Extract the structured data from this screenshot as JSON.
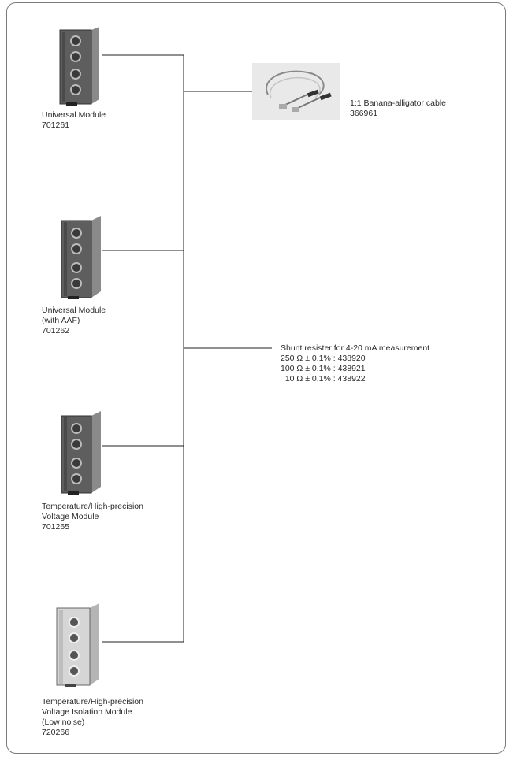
{
  "modules": [
    {
      "name": "Universal Module",
      "part": "701261"
    },
    {
      "name": "Universal Module\n(with AAF)",
      "part": "701262"
    },
    {
      "name": "Temperature/High-precision\nVoltage Module",
      "part": "701265"
    },
    {
      "name": "Temperature/High-precision\nVoltage Isolation Module\n(Low noise)",
      "part": "720266"
    }
  ],
  "cable": {
    "name": "1:1 Banana-alligator cable",
    "part": "366961"
  },
  "shunt": {
    "title": "Shunt resister for 4-20 mA measurement",
    "items": [
      "250 Ω ± 0.1% : 438920",
      "100 Ω ± 0.1% : 438921",
      "  10 Ω ± 0.1% : 438922"
    ]
  }
}
